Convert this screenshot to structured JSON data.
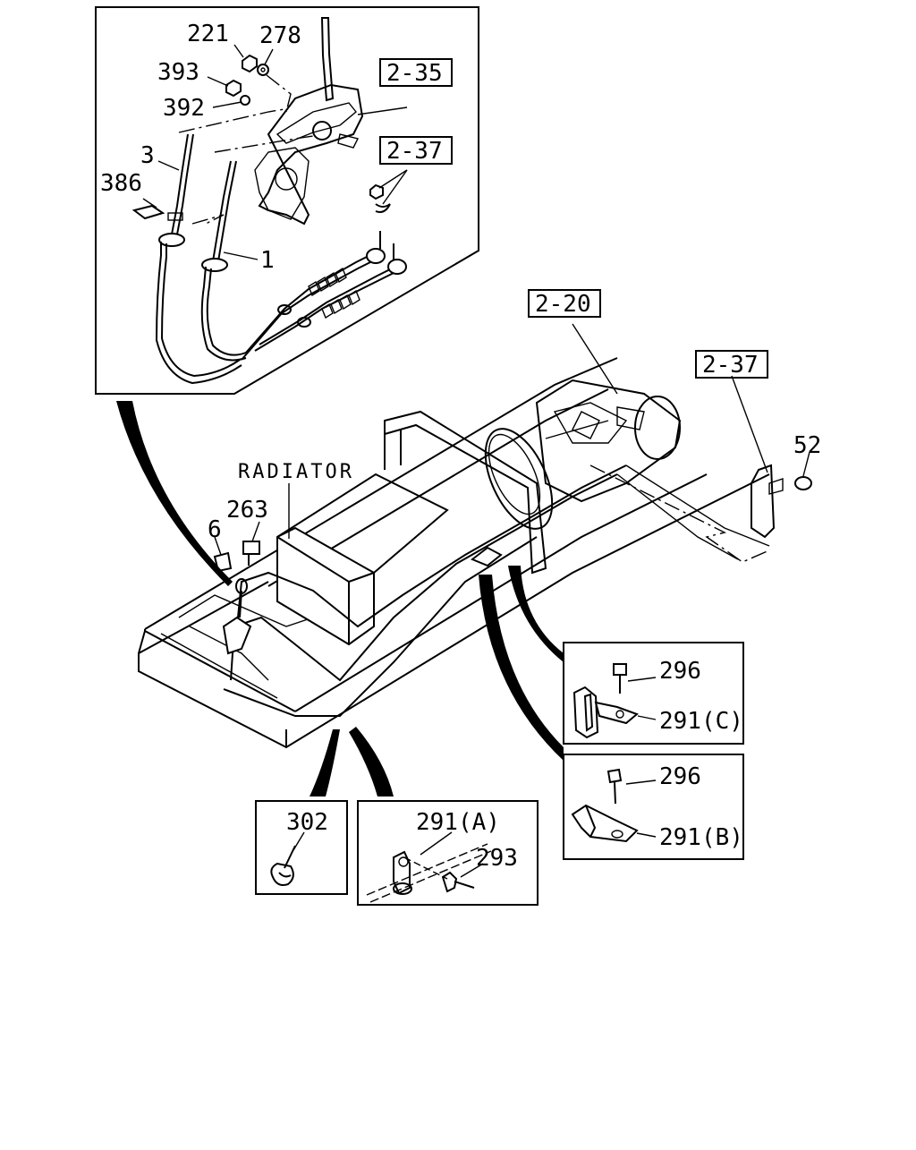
{
  "labels": {
    "p221": "221",
    "p278": "278",
    "p393": "393",
    "p392": "392",
    "p3": "3",
    "p386": "386",
    "p1": "1",
    "ref_2_35": "2-35",
    "ref_2_37_top": "2-37",
    "ref_2_20": "2-20",
    "ref_2_37_right": "2-37",
    "p52": "52",
    "radiator": "RADIATOR",
    "p263": "263",
    "p6": "6",
    "p296_c": "296",
    "p291_c": "291(C)",
    "p296_b": "296",
    "p291_b": "291(B)",
    "p302": "302",
    "p291_a": "291(A)",
    "p293": "293"
  }
}
